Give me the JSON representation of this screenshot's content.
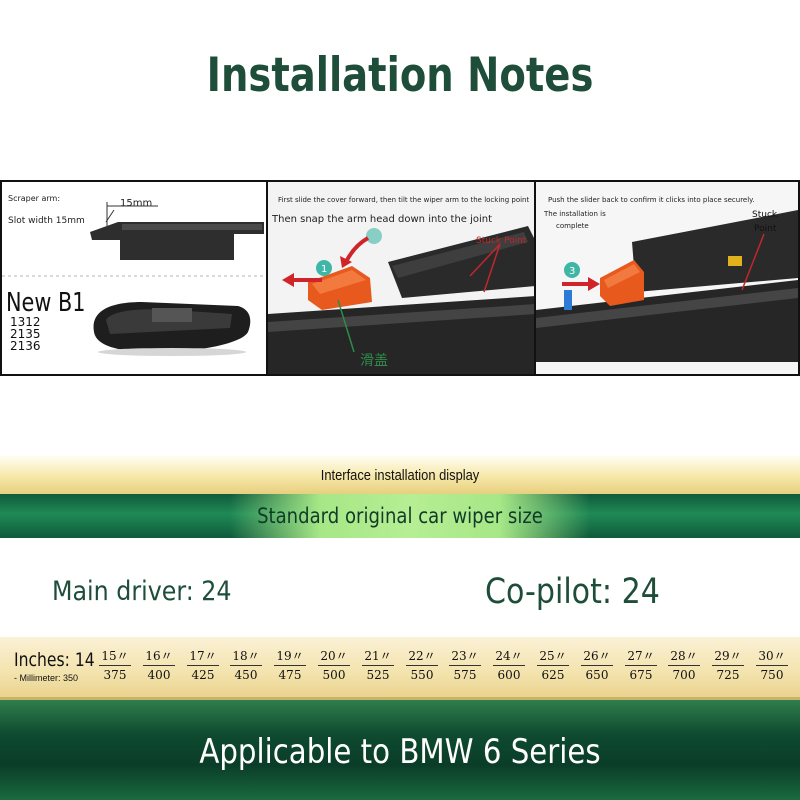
{
  "title": "Installation Notes",
  "panels": {
    "p1": {
      "scraper_arm": "Scraper arm:",
      "slot_width": "Slot width 15mm",
      "dimension": "15mm",
      "model": "New B1",
      "codes": [
        "1312",
        "2135",
        "2136"
      ]
    },
    "p2": {
      "step_text": "First slide the cover forward, then tilt the wiper arm to the locking point",
      "snap_text": "Then snap the arm head down into the joint",
      "stuck_point": "Stuck Point",
      "slide_cover": "滑盖"
    },
    "p3": {
      "push_text": "Push the slider back to confirm it clicks into place securely.",
      "installation": "The installation is",
      "complete": "complete",
      "stuck": "Stuck",
      "point": "Point"
    }
  },
  "band_gold": "Interface installation display",
  "band_green": "Standard original car wiper size",
  "main_driver": "Main driver: 24",
  "co_pilot": "Co-pilot: 24",
  "size_table": {
    "inches_label": "Inches: 14",
    "mm_label": "- Millimeter: 350",
    "sizes": [
      {
        "in": "15〃",
        "mm": "375"
      },
      {
        "in": "16〃",
        "mm": "400"
      },
      {
        "in": "17〃",
        "mm": "425"
      },
      {
        "in": "18〃",
        "mm": "450"
      },
      {
        "in": "19〃",
        "mm": "475"
      },
      {
        "in": "20〃",
        "mm": "500"
      },
      {
        "in": "21〃",
        "mm": "525"
      },
      {
        "in": "22〃",
        "mm": "550"
      },
      {
        "in": "23〃",
        "mm": "575"
      },
      {
        "in": "24〃",
        "mm": "600"
      },
      {
        "in": "25〃",
        "mm": "625"
      },
      {
        "in": "26〃",
        "mm": "650"
      },
      {
        "in": "27〃",
        "mm": "675"
      },
      {
        "in": "28〃",
        "mm": "700"
      },
      {
        "in": "29〃",
        "mm": "725"
      },
      {
        "in": "30〃",
        "mm": "750"
      }
    ]
  },
  "footer": "Applicable to BMW 6 Series",
  "colors": {
    "title_green": "#1e4d3a",
    "slider_orange": "#e8591e",
    "stuck_red": "#c0282c",
    "gold": "#f3e3ad"
  }
}
